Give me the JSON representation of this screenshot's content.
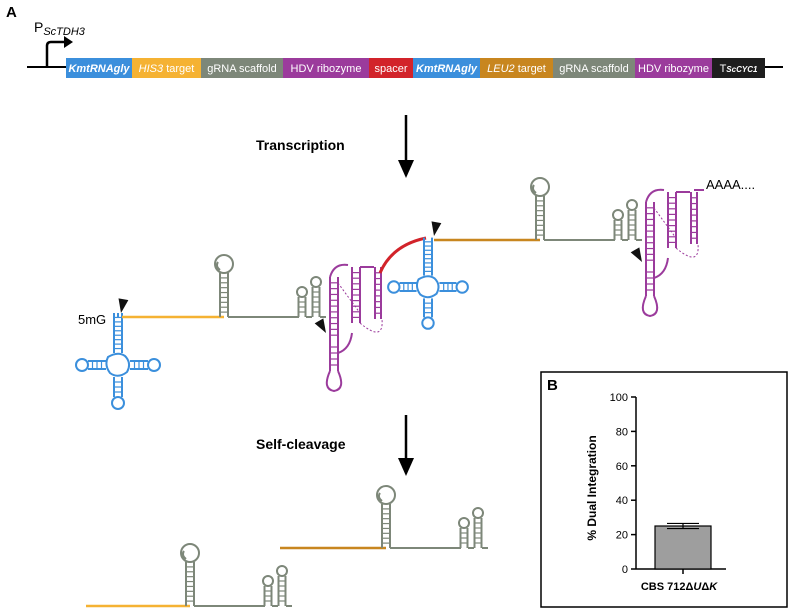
{
  "panel_a": {
    "label": "A",
    "promoter": {
      "prefix": "P",
      "subscript": "ScTDH3"
    },
    "construct": [
      {
        "text": "KmtRNAgly",
        "italic": true,
        "color": "#3b8fdc"
      },
      {
        "text_italic": "HIS3",
        "text_rest": " target",
        "color": "#f5b233"
      },
      {
        "text": "gRNA scaffold",
        "italic": false,
        "color": "#7d8779"
      },
      {
        "text": "HDV ribozyme",
        "italic": false,
        "color": "#9b3b9c"
      },
      {
        "text": "spacer",
        "italic": false,
        "color": "#d2232a"
      },
      {
        "text": "KmtRNAgly",
        "italic": true,
        "color": "#3b8fdc"
      },
      {
        "text_italic": "LEU2",
        "text_rest": " target",
        "color": "#c8861f"
      },
      {
        "text": "gRNA scaffold",
        "italic": false,
        "color": "#7d8779"
      },
      {
        "text": "HDV ribozyme",
        "italic": false,
        "color": "#9b3b9c"
      },
      {
        "terminator_prefix": "T",
        "terminator_sub": "ScCYC1",
        "color": "#1e1e1e"
      }
    ],
    "step1": "Transcription",
    "step2": "Self-cleavage",
    "cap": "5mG",
    "polyA": "AAAA....",
    "colors": {
      "trna": "#3b8fdc",
      "his3": "#f5b233",
      "leu2": "#c8861f",
      "scaffold": "#7d8779",
      "hdv": "#9b3b9c",
      "spacer": "#d2232a"
    }
  },
  "panel_b": {
    "label": "B",
    "chart_data": {
      "type": "bar",
      "categories": [
        "CBS 712ΔUΔK"
      ],
      "category_parts": {
        "plain": "CBS 712Δ",
        "italic1": "U",
        "mid": "Δ",
        "italic2": "K"
      },
      "values": [
        25
      ],
      "error": [
        1.5
      ],
      "ylabel": "% Dual Integration",
      "ylim": [
        0,
        100
      ],
      "yticks": [
        0,
        20,
        40,
        60,
        80,
        100
      ],
      "bar_color": "#9e9e9e"
    }
  }
}
